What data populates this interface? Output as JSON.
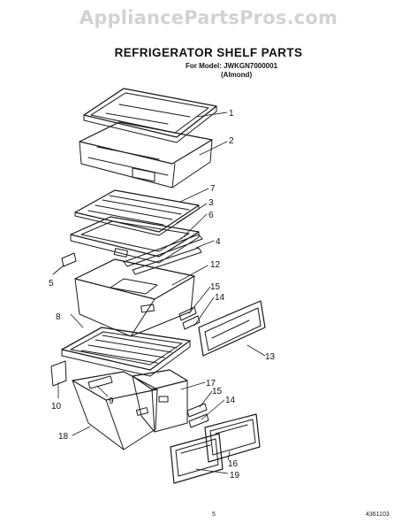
{
  "watermark": "AppliancePartsPros.com",
  "title": "REFRIGERATOR SHELF PARTS",
  "model_line": "For Model: JWKGN7000001",
  "color_line": "(Almond)",
  "page_number": "5",
  "doc_code": "4361103",
  "callouts": {
    "c1": "1",
    "c2": "2",
    "c7": "7",
    "c3": "3",
    "c6": "6",
    "c4": "4",
    "c5": "5",
    "c12": "12",
    "c15a": "15",
    "c14a": "14",
    "c8": "8",
    "c13": "13",
    "c10": "10",
    "c9": "9",
    "c17": "17",
    "c15b": "15",
    "c14b": "14",
    "c18": "18",
    "c16": "16",
    "c19": "19"
  }
}
